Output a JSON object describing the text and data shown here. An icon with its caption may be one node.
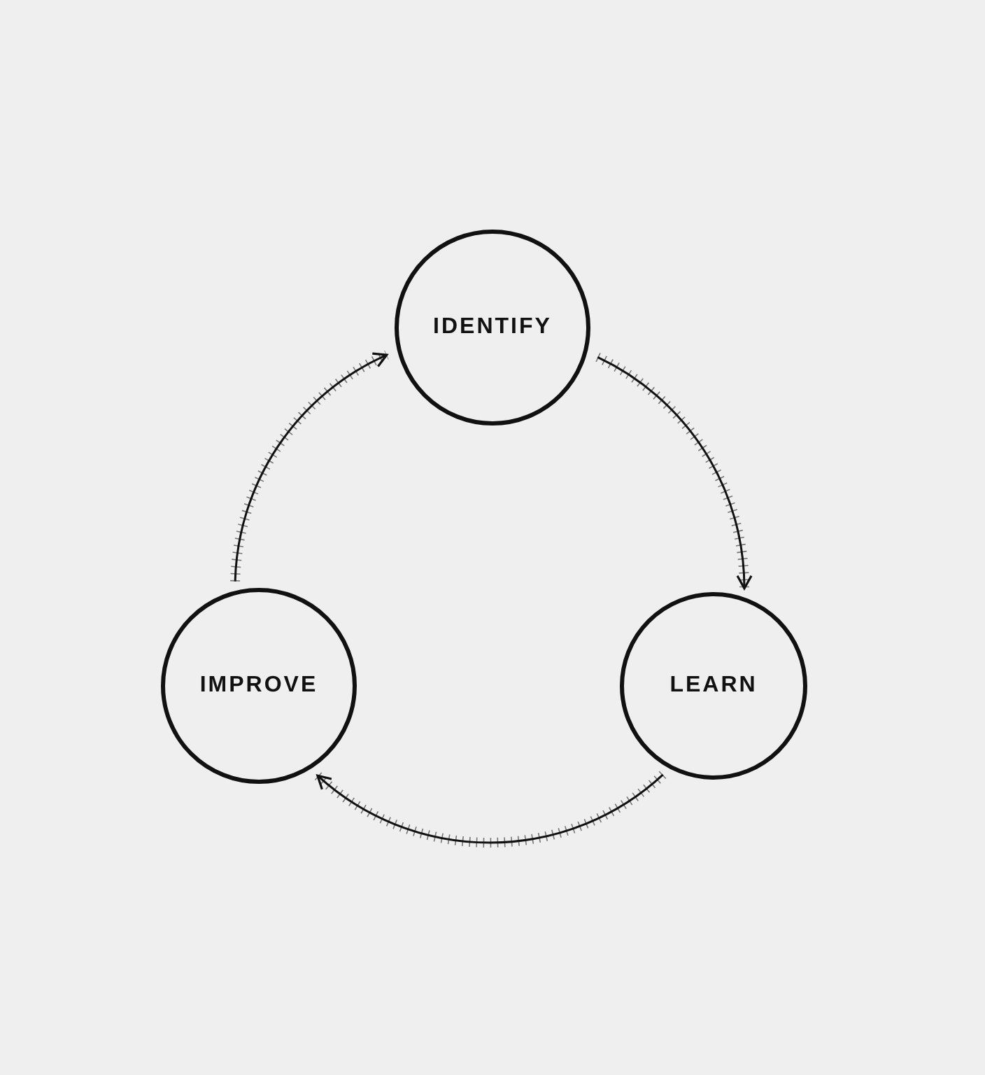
{
  "diagram": {
    "nodes": [
      {
        "text": [
          "IDENTIFY"
        ]
      },
      {
        "text": [
          "LEARN"
        ]
      },
      {
        "text": [
          "IMPROVE"
        ]
      }
    ],
    "edges": [
      {
        "from": 0,
        "to": 1,
        "arrow": "to"
      },
      {
        "from": 1,
        "to": 2,
        "arrow": "to"
      },
      {
        "from": 2,
        "to": 0,
        "arrow": "to"
      }
    ]
  }
}
